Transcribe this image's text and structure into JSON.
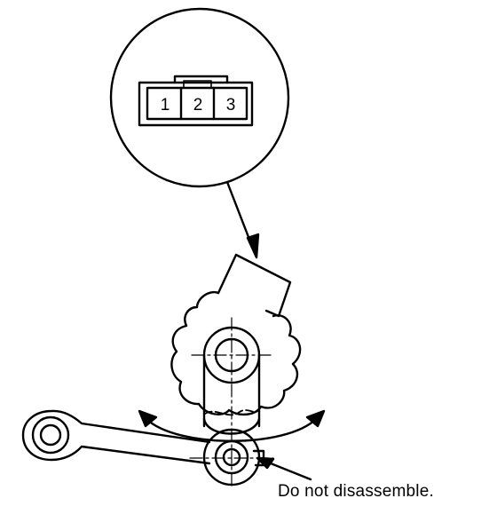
{
  "connector": {
    "pins": [
      "1",
      "2",
      "3"
    ]
  },
  "caption": "Do not disassemble."
}
